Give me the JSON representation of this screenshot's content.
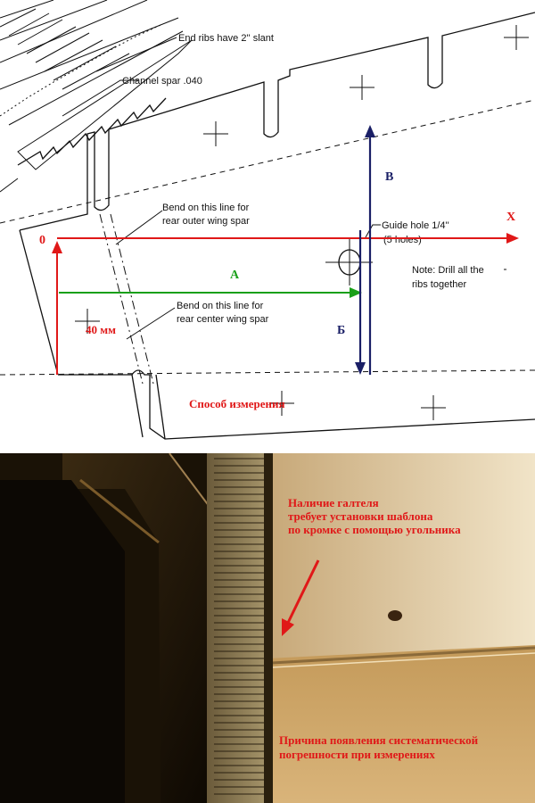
{
  "diagram": {
    "labels": {
      "end_ribs": "End ribs have 2'' slant",
      "channel_spar": "Channel spar .040",
      "bend_outer_1": "Bend on this line for",
      "bend_outer_2": "rear outer wing spar",
      "guide_hole_1": "Guide hole 1/4''",
      "guide_hole_2": "(5 holes)",
      "note_1": "Note: Drill all the",
      "note_2": "ribs together",
      "bend_center_1": "Bend on this line for",
      "bend_center_2": "rear center wing spar"
    },
    "annotations": {
      "axis_x": "X",
      "origin": "0",
      "label_a": "A",
      "label_v": "В",
      "label_b": "Б",
      "dim_40": "40 мм",
      "caption": "Способ измерения"
    },
    "colors": {
      "red": "#e01818",
      "green": "#1aa01a",
      "navy": "#1a1f66",
      "line": "#111111"
    }
  },
  "photo": {
    "text_top_1": "Наличие галтеля",
    "text_top_2": "требует установки шаблона",
    "text_top_3": "по кромке с помощью угольника",
    "text_bottom_1": "Причина появления систематической",
    "text_bottom_2": "погрешности при измерениях"
  }
}
